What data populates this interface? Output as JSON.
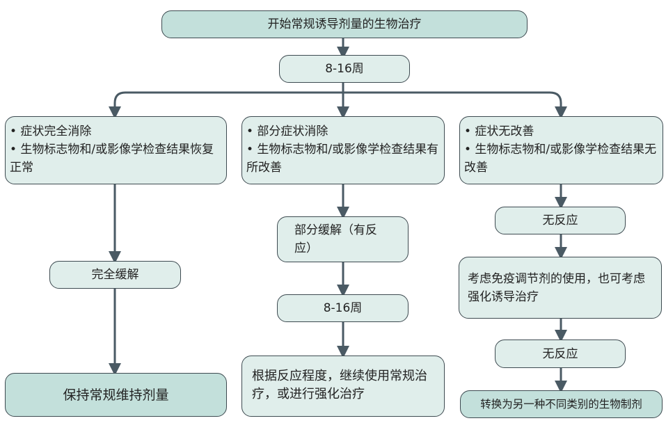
{
  "nodes": {
    "start": "开始常规诱导剂量的生物治疗",
    "weeks_1": "8-16周",
    "branch_left": {
      "line1": "• 症状完全消除",
      "line2": "• 生物标志物和/或影像学检查结果恢复正常"
    },
    "branch_middle": {
      "line1": "• 部分症状消除",
      "line2": "• 生物标志物和/或影像学检查结果有所改善"
    },
    "branch_right": {
      "line1": "• 症状无改善",
      "line2": "• 生物标志物和/或影像学检查结果无改善"
    },
    "complete_remission": "完全缓解",
    "maintain_dose": "保持常规维持剂量",
    "partial_remission": "部分缓解（有反应）",
    "weeks_2": "8-16周",
    "continue_or_intensify": "根据反应程度，继续使用常规治疗，或进行强化治疗",
    "no_response_1": "无反应",
    "consider_immunomodulator": "考虑免疫调节剂的使用，也可考虑强化诱导治疗",
    "no_response_2": "无反应",
    "switch_biologic": "转换为另一种不同类别的生物制剂"
  },
  "colors": {
    "dark_box": "#c3e0db",
    "light_box": "#e0eeeb",
    "arrow": "#4a5a64"
  }
}
